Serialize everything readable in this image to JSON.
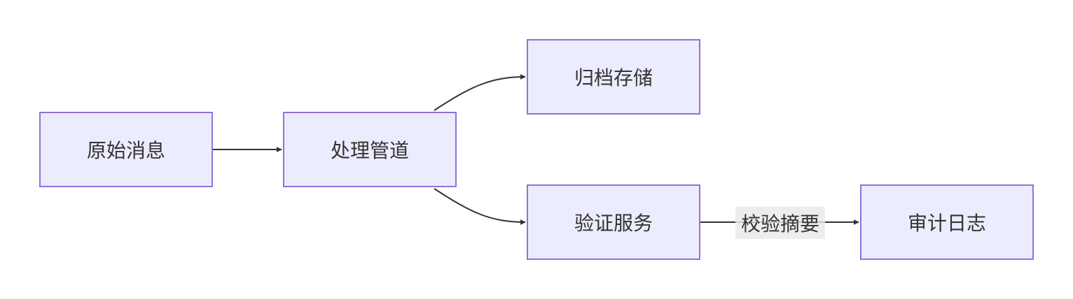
{
  "diagram": {
    "nodes": {
      "source": {
        "label": "原始消息"
      },
      "pipe": {
        "label": "处理管道"
      },
      "archive": {
        "label": "归档存储"
      },
      "verify": {
        "label": "验证服务"
      },
      "audit": {
        "label": "审计日志"
      }
    },
    "edges": [
      {
        "from": "source",
        "to": "pipe",
        "label": ""
      },
      {
        "from": "pipe",
        "to": "archive",
        "label": ""
      },
      {
        "from": "pipe",
        "to": "verify",
        "label": ""
      },
      {
        "from": "verify",
        "to": "audit",
        "label": "校验摘要"
      }
    ],
    "colors": {
      "node_fill": "#ececff",
      "node_border": "#9370db",
      "edge": "#333333",
      "text": "#333333",
      "edge_label_bg": "#e8e8e8"
    }
  }
}
